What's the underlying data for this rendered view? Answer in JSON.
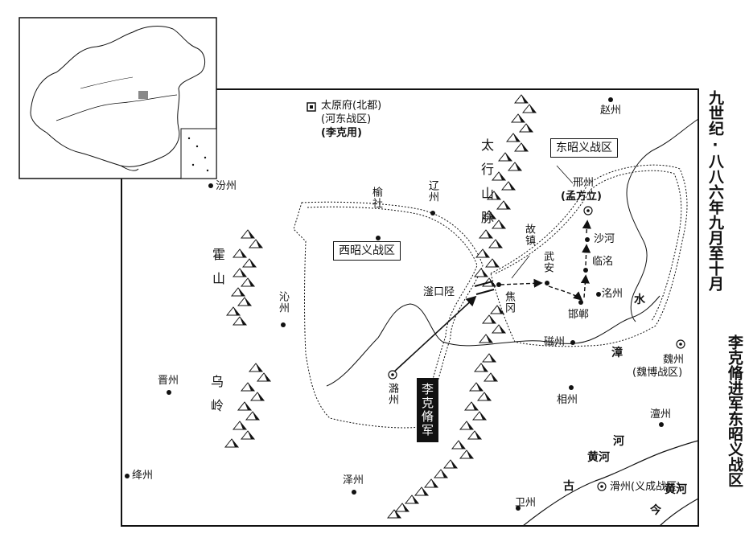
{
  "title": {
    "period": "九世纪·八八六年九月至十月",
    "subject": "李克脩进军东昭义战区"
  },
  "regions": {
    "east": "东昭义战区",
    "west": "西昭义战区"
  },
  "mountains": {
    "taihang": "太行山脉",
    "huoshan": "霍山",
    "wuling": "乌岭"
  },
  "rivers": {
    "zhang": "漳",
    "shui": "水",
    "huanghe": "黄河",
    "gu": "古",
    "he": "河",
    "jin": "今",
    "huanghe_now": "黄河"
  },
  "places": {
    "taiyuan": "太原府(北都)",
    "taiyuan_sub": "(河东战区)",
    "taiyuan_ruler": "(李克用)",
    "zhaozhou": "赵州",
    "fenzhou": "汾州",
    "yushe": "榆社",
    "liaozhou": "辽州",
    "xingzhou": "邢州",
    "xingzhou_ruler": "(孟方立)",
    "shahe": "沙河",
    "linming": "临洺",
    "guzhen": "故镇",
    "wuan": "武安",
    "fukou": "滏口陉",
    "jiaogang": "焦冈",
    "handan": "邯郸",
    "mingzhou": "洺州",
    "qinzhou": "沁州",
    "cizhou": "磁州",
    "weizhou": "魏州",
    "weizhou_sub": "(魏博战区)",
    "jinzhou": "晋州",
    "luzhou": "潞州",
    "xiangzhou": "相州",
    "chanzhou": "澶州",
    "huazhou": "滑州(义成战区)",
    "jiangzhou": "绛州",
    "zezhou": "泽州",
    "weizhou2": "卫州"
  },
  "army": "李克脩军"
}
